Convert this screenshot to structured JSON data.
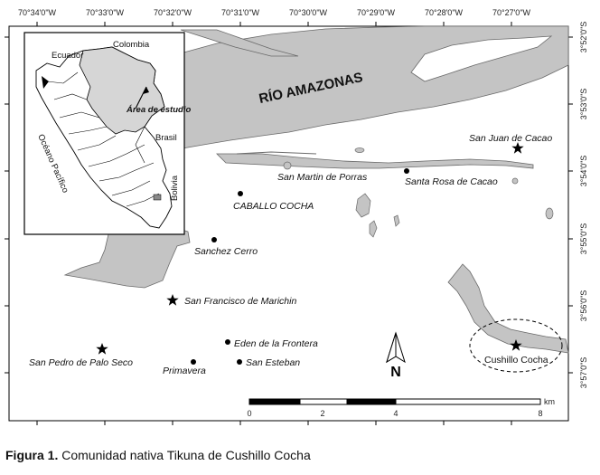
{
  "map": {
    "river_label": "RÍO AMAZONAS",
    "lon_ticks": [
      "70°34'0\"W",
      "70°33'0\"W",
      "70°32'0\"W",
      "70°31'0\"W",
      "70°30'0\"W",
      "70°29'0\"W",
      "70°28'0\"W",
      "70°27'0\"W"
    ],
    "lat_ticks": [
      "3°52'0\"S",
      "3°53'0\"S",
      "3°54'0\"S",
      "3°55'0\"S",
      "3°56'0\"S",
      "3°57'0\"S"
    ],
    "places": [
      {
        "name": "San Juan de Cacao",
        "symbol": "star"
      },
      {
        "name": "San Martin de Porras",
        "symbol": "none"
      },
      {
        "name": "Santa Rosa de Cacao",
        "symbol": "dot"
      },
      {
        "name": "CABALLO COCHA",
        "symbol": "dot"
      },
      {
        "name": "Sanchez Cerro",
        "symbol": "dot"
      },
      {
        "name": "San Francisco de Marichin",
        "symbol": "star"
      },
      {
        "name": "Eden de la Frontera",
        "symbol": "dot"
      },
      {
        "name": "San Esteban",
        "symbol": "dot"
      },
      {
        "name": "San Pedro de Palo Seco",
        "symbol": "star"
      },
      {
        "name": "Primavera",
        "symbol": "dot"
      },
      {
        "name": "Cushillo Cocha",
        "symbol": "star"
      }
    ],
    "north_label": "N",
    "scale": {
      "ticks": [
        "0",
        "2",
        "4",
        "8"
      ],
      "unit": "km"
    }
  },
  "inset": {
    "labels": [
      "Colombia",
      "Ecuador",
      "Área de estudio",
      "Brasil",
      "Bolivia",
      "Océano Pacífico"
    ]
  },
  "caption": {
    "prefix": "Figura 1.",
    "text": "Comunidad nativa Tikuna de Cushillo Cocha"
  },
  "colors": {
    "water": "#c4c4c4",
    "water_stroke": "#6a6a6a",
    "frame": "#000000",
    "highlight": "#d6d6d6"
  }
}
